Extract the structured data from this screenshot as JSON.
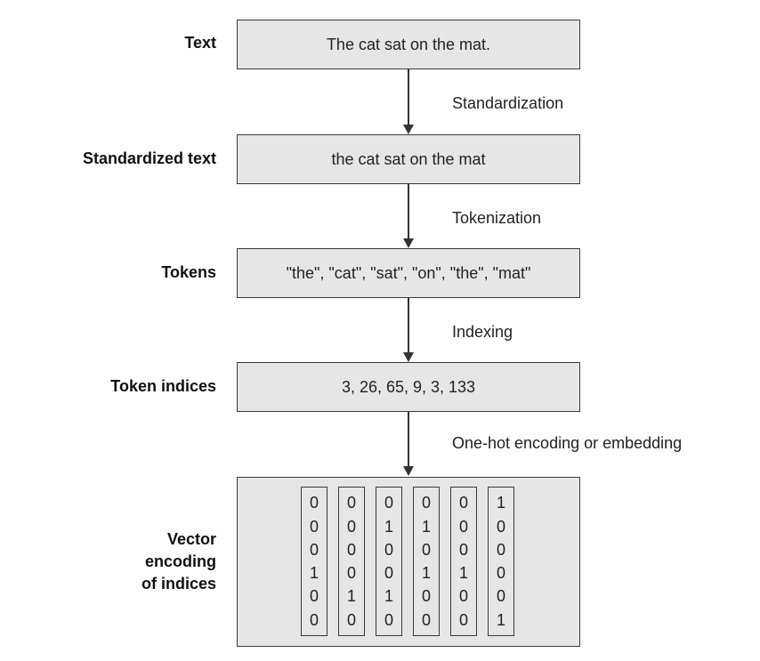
{
  "stages": [
    {
      "label": "Text",
      "content": "The cat sat on the mat."
    },
    {
      "label": "Standardized text",
      "content": "the cat sat on the mat"
    },
    {
      "label": "Tokens",
      "content": "\"the\", \"cat\", \"sat\", \"on\", \"the\", \"mat\""
    },
    {
      "label": "Token indices",
      "content": "3, 26, 65, 9, 3, 133"
    }
  ],
  "steps": [
    {
      "label": "Standardization"
    },
    {
      "label": "Tokenization"
    },
    {
      "label": "Indexing"
    },
    {
      "label": "One-hot encoding or embedding"
    }
  ],
  "vector_section": {
    "label_lines": [
      "Vector",
      "encoding",
      "of indices"
    ],
    "vectors": [
      [
        "0",
        "0",
        "0",
        "1",
        "0",
        "0"
      ],
      [
        "0",
        "0",
        "0",
        "0",
        "1",
        "0"
      ],
      [
        "0",
        "1",
        "0",
        "0",
        "1",
        "0"
      ],
      [
        "0",
        "1",
        "0",
        "1",
        "0",
        "0"
      ],
      [
        "0",
        "0",
        "0",
        "1",
        "0",
        "0"
      ],
      [
        "1",
        "0",
        "0",
        "0",
        "0",
        "1"
      ]
    ]
  }
}
